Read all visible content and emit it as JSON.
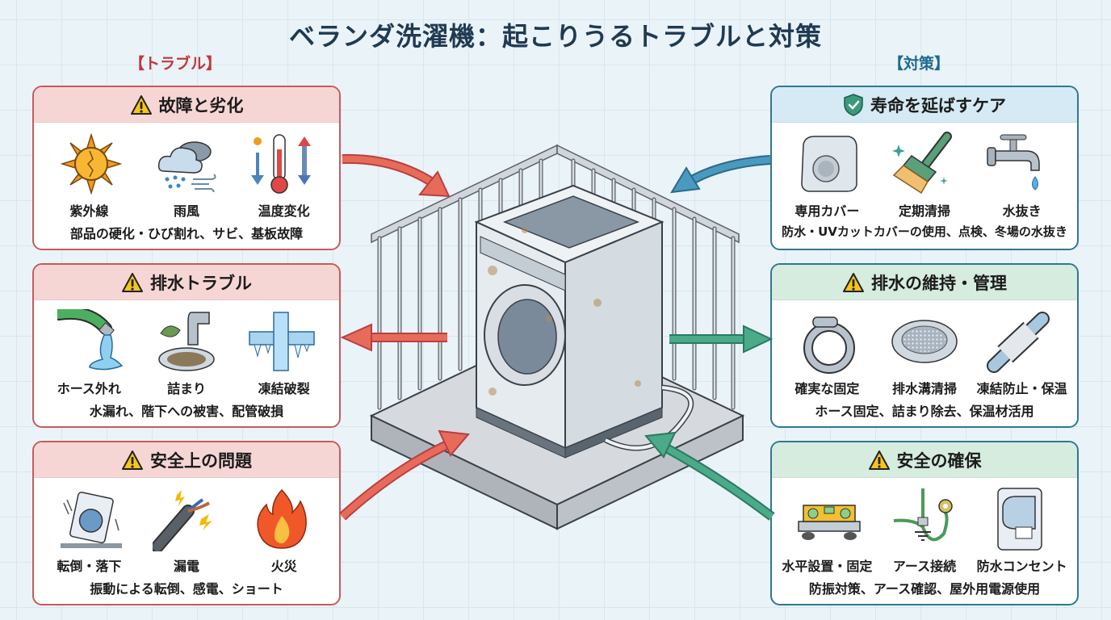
{
  "title": "ベランダ洗濯機：起こりうるトラブルと対策",
  "sections": {
    "trouble_label": "【トラブル】",
    "measure_label": "【対策】"
  },
  "trouble_cards": [
    {
      "header": "故障と劣化",
      "header_icon": "warning-icon",
      "items": [
        {
          "label": "紫外線",
          "icon": "cracked-sun-icon"
        },
        {
          "label": "雨風",
          "icon": "rain-wind-cloud-icon"
        },
        {
          "label": "温度変化",
          "icon": "thermometer-icon"
        }
      ],
      "desc": "部品の硬化・ひび割れ、サビ、基板故障"
    },
    {
      "header": "排水トラブル",
      "header_icon": "warning-icon",
      "items": [
        {
          "label": "ホース外れ",
          "icon": "leaking-hose-icon"
        },
        {
          "label": "詰まり",
          "icon": "clogged-drain-icon"
        },
        {
          "label": "凍結破裂",
          "icon": "frozen-pipe-icon"
        }
      ],
      "desc": "水漏れ、階下への被害、配管破損"
    },
    {
      "header": "安全上の問題",
      "header_icon": "warning-icon",
      "items": [
        {
          "label": "転倒・落下",
          "icon": "tipping-washer-icon"
        },
        {
          "label": "漏電",
          "icon": "sparking-cable-icon"
        },
        {
          "label": "火災",
          "icon": "fire-icon"
        }
      ],
      "desc": "振動による転倒、感電、ショート"
    }
  ],
  "measure_cards": [
    {
      "header": "寿命を延ばすケア",
      "header_icon": "shield-check-icon",
      "items": [
        {
          "label": "専用カバー",
          "icon": "covered-washer-icon"
        },
        {
          "label": "定期清掃",
          "icon": "brush-icon"
        },
        {
          "label": "水抜き",
          "icon": "faucet-icon"
        }
      ],
      "desc": "防水・UVカットカバーの使用、点検、冬場の水抜き"
    },
    {
      "header": "排水の維持・管理",
      "header_icon": "warning-icon",
      "items": [
        {
          "label": "確実な固定",
          "icon": "hose-clamp-icon"
        },
        {
          "label": "排水溝清掃",
          "icon": "drain-strainer-icon"
        },
        {
          "label": "凍結防止・保温",
          "icon": "insulated-pipe-icon"
        }
      ],
      "desc": "ホース固定、詰まり除去、保温材活用"
    },
    {
      "header": "安全の確保",
      "header_icon": "warning-icon",
      "items": [
        {
          "label": "水平設置・固定",
          "icon": "level-stand-icon"
        },
        {
          "label": "アース接続",
          "icon": "ground-wire-icon"
        },
        {
          "label": "防水コンセント",
          "icon": "waterproof-outlet-icon"
        }
      ],
      "desc": "防振対策、アース確認、屋外用電源使用"
    }
  ],
  "colors": {
    "trouble": "#c95a5a",
    "measure_blue": "#2f7890",
    "measure_green": "#3a9a7a",
    "title": "#1f3a52"
  }
}
